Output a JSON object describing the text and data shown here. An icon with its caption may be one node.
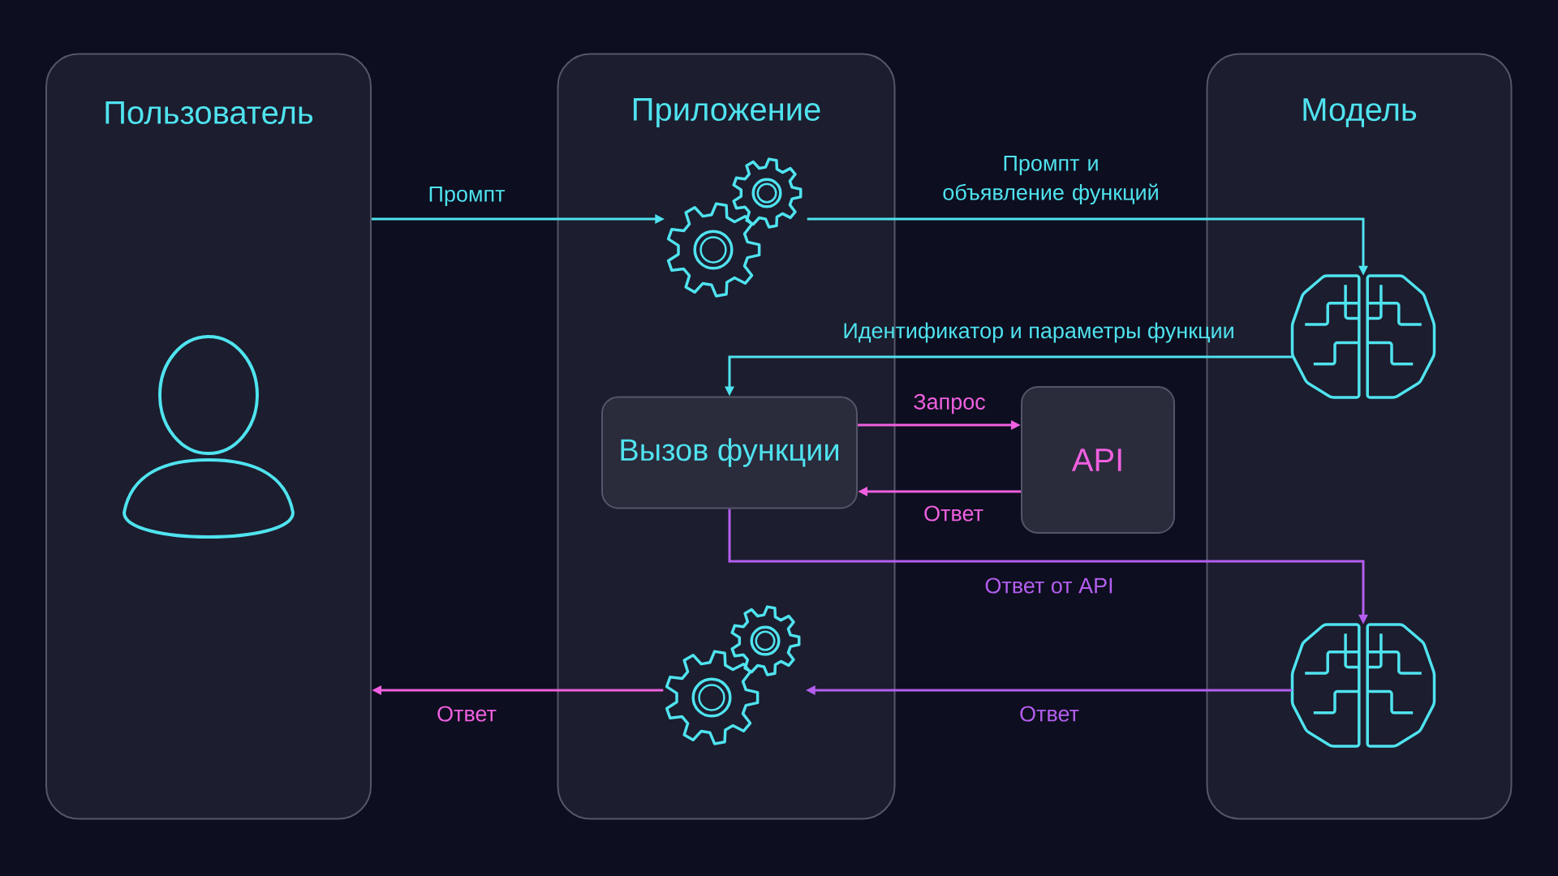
{
  "diagram": {
    "nodes": [
      {
        "text": [
          "Пользователь"
        ]
      },
      {
        "text": [
          "Приложение"
        ]
      },
      {
        "text": [
          "Модель"
        ]
      },
      {
        "text": [],
        "shape": "person",
        "in": 0
      },
      {
        "text": [],
        "shape": "gears",
        "in": 1
      },
      {
        "text": [],
        "shape": "brain",
        "in": 2
      },
      {
        "text": [
          "Вызов функции"
        ],
        "in": 1
      },
      {
        "text": [
          "API"
        ]
      },
      {
        "text": [],
        "shape": "brain",
        "in": 2
      },
      {
        "text": [],
        "shape": "gears",
        "in": 1
      }
    ],
    "edges": [
      {
        "from": 0,
        "to": 4,
        "arrow": "to",
        "label": "Промпт",
        "color": "#4fe3ef"
      },
      {
        "from": 4,
        "to": 5,
        "arrow": "to",
        "label": "Промпт и объявление функций",
        "color": "#4fe3ef"
      },
      {
        "from": 5,
        "to": 6,
        "arrow": "to",
        "label": "Идентификатор и параметры функции",
        "color": "#4fe3ef"
      },
      {
        "from": 6,
        "to": 7,
        "arrow": "to",
        "label": "Запрос",
        "color": "#f060e0"
      },
      {
        "from": 7,
        "to": 6,
        "arrow": "to",
        "label": "Ответ",
        "color": "#f060e0"
      },
      {
        "from": 6,
        "to": 8,
        "arrow": "to",
        "label": "Ответ от API",
        "color": "#b45ef0"
      },
      {
        "from": 8,
        "to": 9,
        "arrow": "to",
        "label": "Ответ",
        "color": "#b45ef0"
      },
      {
        "from": 9,
        "to": 0,
        "arrow": "to",
        "label": "Ответ",
        "color": "#f060e0"
      }
    ]
  }
}
